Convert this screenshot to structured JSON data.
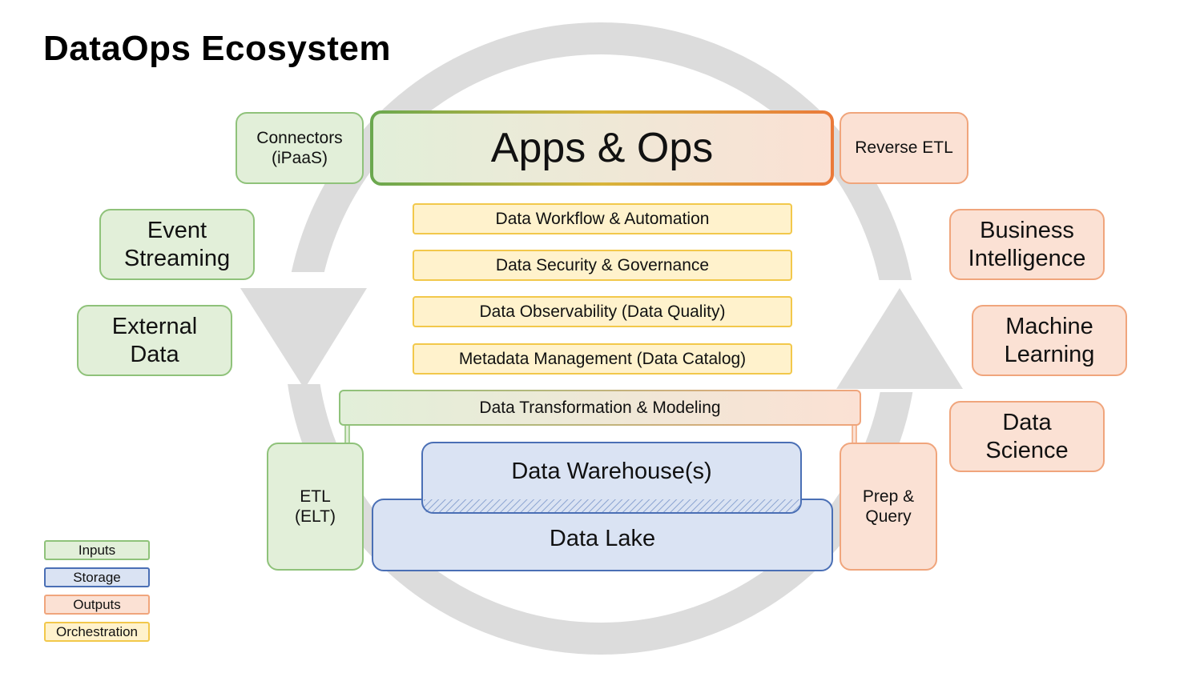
{
  "title": "DataOps Ecosystem",
  "apps_ops": "Apps & Ops",
  "inputs": {
    "connectors_line1": "Connectors",
    "connectors_line2": "(iPaaS)",
    "event_line1": "Event",
    "event_line2": "Streaming",
    "external_line1": "External",
    "external_line2": "Data",
    "etl_line1": "ETL",
    "etl_line2": "(ELT)"
  },
  "outputs": {
    "reverse_etl": "Reverse ETL",
    "bi_line1": "Business",
    "bi_line2": "Intelligence",
    "ml_line1": "Machine",
    "ml_line2": "Learning",
    "ds_line1": "Data",
    "ds_line2": "Science",
    "prep_line1": "Prep &",
    "prep_line2": "Query"
  },
  "orchestration": [
    "Data Workflow & Automation",
    "Data Security & Governance",
    "Data Observability (Data Quality)",
    "Metadata Management (Data Catalog)"
  ],
  "transformation": "Data Transformation & Modeling",
  "storage": {
    "warehouse": "Data Warehouse(s)",
    "lake": "Data Lake"
  },
  "legend": [
    {
      "label": "Inputs",
      "color": "#e2efd9",
      "border": "#8fc27a"
    },
    {
      "label": "Storage",
      "color": "#dae3f3",
      "border": "#4a6fb5"
    },
    {
      "label": "Outputs",
      "color": "#fbe1d4",
      "border": "#f0a57c"
    },
    {
      "label": "Orchestration",
      "color": "#fff2cc",
      "border": "#f2c84b"
    }
  ],
  "colors": {
    "inputs": "#8fc27a",
    "outputs": "#f0a57c",
    "storage": "#4a6fb5",
    "orchestration": "#f2c84b",
    "cycle": "#d9d9d9"
  }
}
